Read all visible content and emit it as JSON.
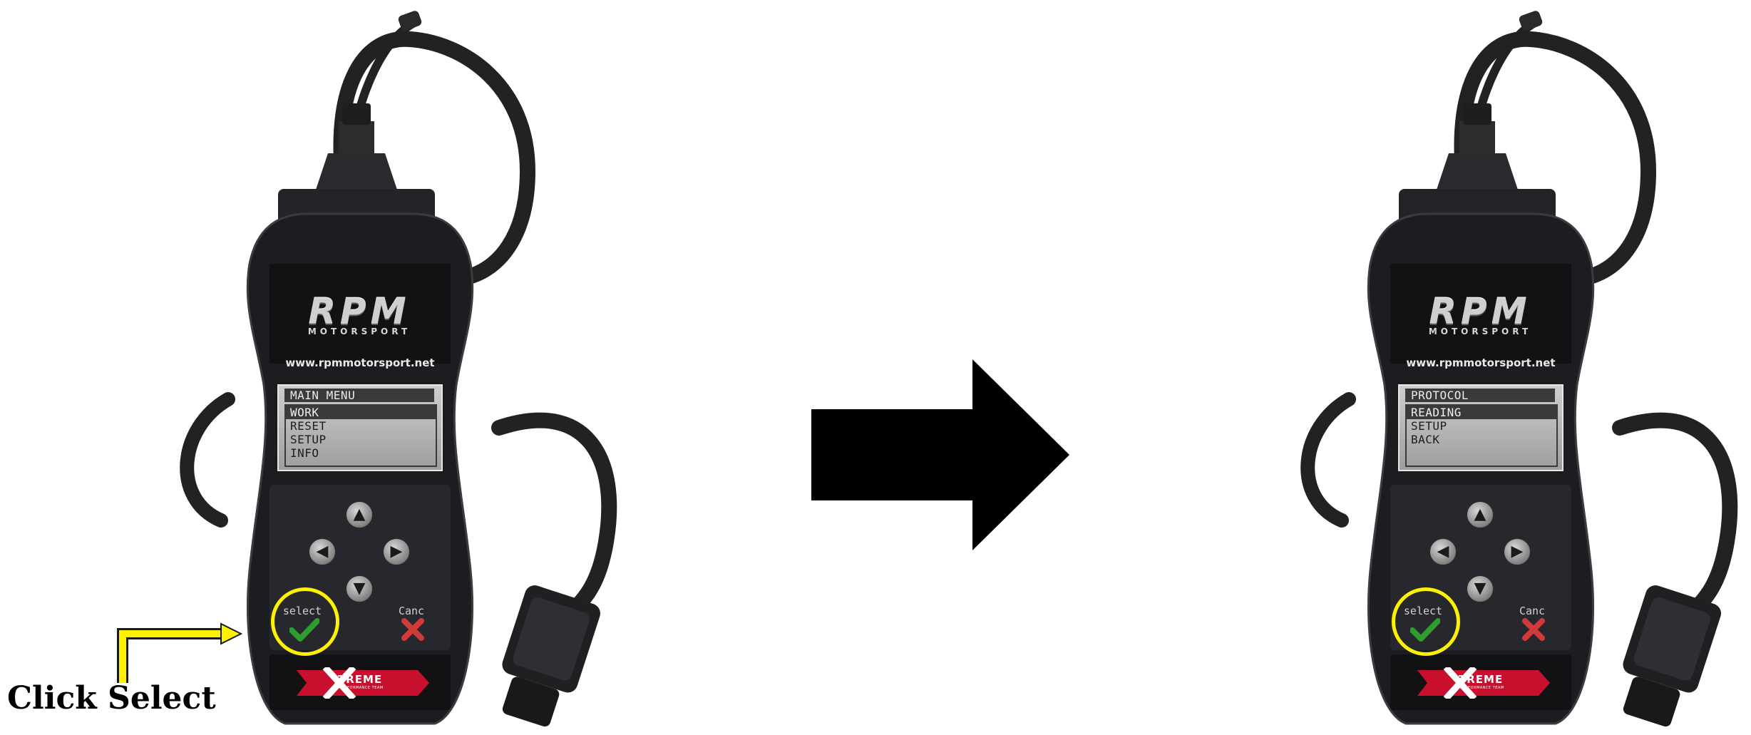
{
  "caption": "Click Select",
  "colors": {
    "highlight": "#fff200",
    "device_body": "#1c1d20",
    "screen_bg": "#b8b8b8",
    "check": "#2e9c2e",
    "cross": "#d23a3a",
    "brand_red": "#c8102e"
  },
  "icons": {
    "flow": "right-arrow-icon",
    "pointer": "bent-arrow-icon",
    "select": "checkmark-icon",
    "cancel": "x-icon"
  },
  "devices": [
    {
      "brand": "RPM",
      "brand_sub": "MOTORSPORT",
      "url": "www.rpmmotorsport.net",
      "screen": {
        "title": "MAIN MENU",
        "items": [
          "WORK",
          "RESET",
          "SETUP",
          "INFO"
        ],
        "selected": "WORK"
      },
      "select_label": "select",
      "cancel_label": "Canc",
      "footer_logo": "TREME",
      "footer_sub": "PERFORMANCE TEAM"
    },
    {
      "brand": "RPM",
      "brand_sub": "MOTORSPORT",
      "url": "www.rpmmotorsport.net",
      "screen": {
        "title": "PROTOCOL",
        "items": [
          "READING",
          "SETUP",
          "BACK"
        ],
        "selected": "READING"
      },
      "select_label": "select",
      "cancel_label": "Canc",
      "footer_logo": "TREME",
      "footer_sub": "PERFORMANCE TEAM"
    }
  ]
}
